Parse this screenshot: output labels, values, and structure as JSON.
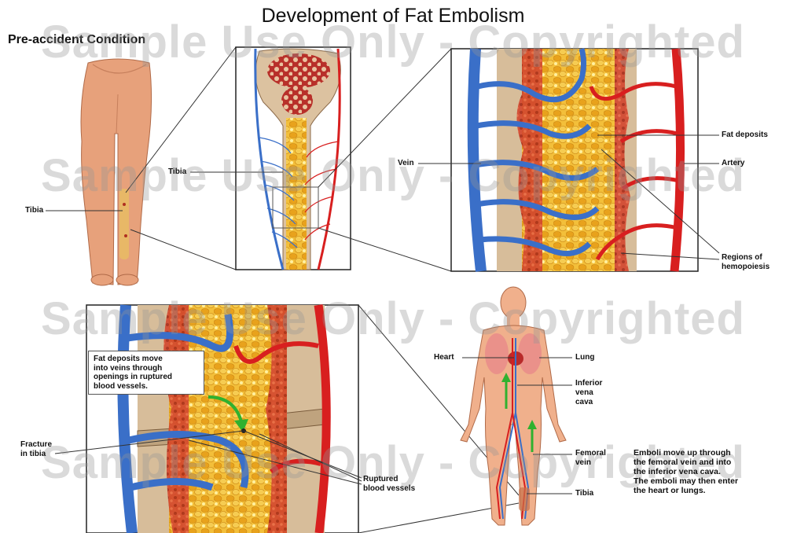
{
  "title": "Development of Fat Embolism",
  "subtitle": "Pre-accident Condition",
  "watermark": "Sample Use Only - Copyrighted",
  "labels": {
    "tibia_leg": "Tibia",
    "tibia_bone": "Tibia",
    "vein": "Vein",
    "fat_deposits": "Fat deposits",
    "artery": "Artery",
    "hemopoiesis": "Regions of\nhemopoiesis",
    "callout": "Fat deposits move\ninto veins through\nopenings in ruptured\nblood vessels.",
    "fracture": "Fracture\nin tibia",
    "ruptured": "Ruptured\nblood vessels",
    "heart": "Heart",
    "lung": "Lung",
    "ivc": "Inferior\nvena\ncava",
    "femoral": "Femoral\nvein",
    "tibia_body": "Tibia",
    "emboli_note": "Emboli move up through\nthe femoral vein and into\nthe inferior vena cava.\nThe emboli may then enter\nthe heart or lungs."
  },
  "colors": {
    "skin": "#e8a27c",
    "vein": "#3a6fc8",
    "artery": "#d81f1f",
    "fat": "#f0b830",
    "bone": "#d8bf9c",
    "marrow_red": "#c8402a"
  }
}
